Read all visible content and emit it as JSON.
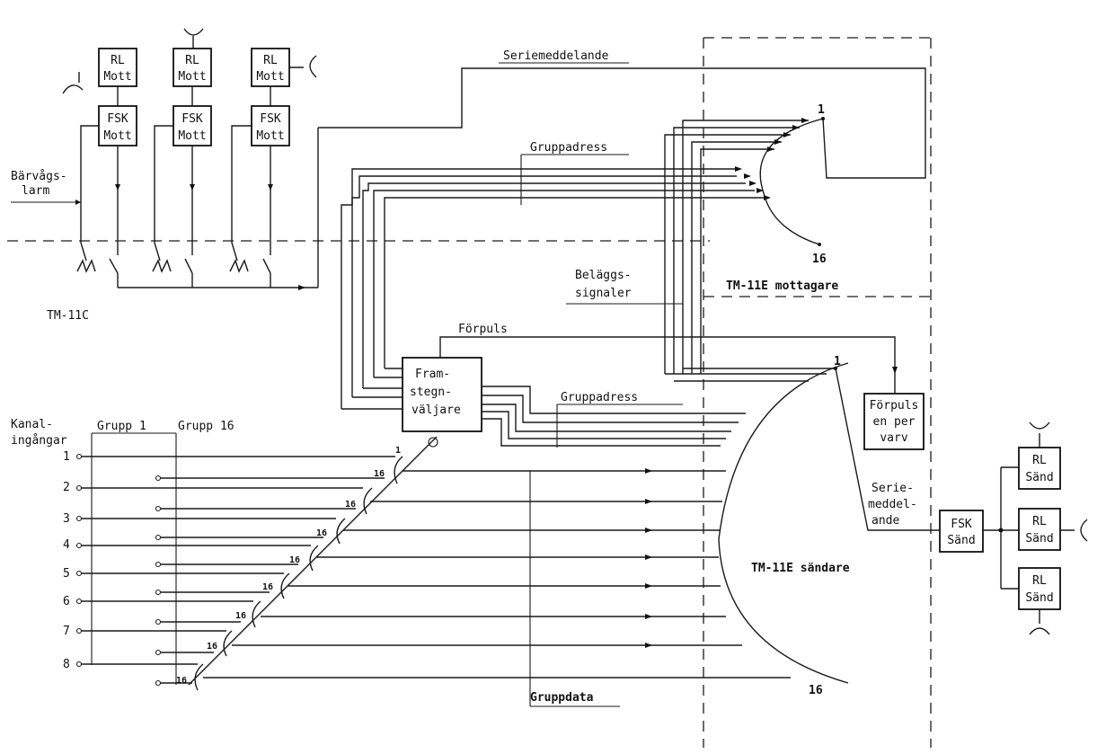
{
  "receivers": [
    {
      "line1": "RL",
      "line2": "Mott"
    },
    {
      "line1": "RL",
      "line2": "Mott"
    },
    {
      "line1": "RL",
      "line2": "Mott"
    }
  ],
  "fsk_receivers": [
    {
      "line1": "FSK",
      "line2": "Mott"
    },
    {
      "line1": "FSK",
      "line2": "Mott"
    },
    {
      "line1": "FSK",
      "line2": "Mott"
    }
  ],
  "labels": {
    "carrier_alarm_1": "Bärvågs-",
    "carrier_alarm_2": "larm",
    "tm11c": "TM-11C",
    "serial_message": "Seriemeddelande",
    "group_address_top": "Gruppadress",
    "group_address_mid": "Gruppadress",
    "occupancy_1": "Beläggs-",
    "occupancy_2": "signaler",
    "tm11e_receiver": "TM-11E mottagare",
    "prepulse": "Förpuls",
    "stepper_1": "Fram-",
    "stepper_2": "stegn-",
    "stepper_3": "väljare",
    "prepulse_box_1": "Förpuls",
    "prepulse_box_2": "en per",
    "prepulse_box_3": "varv",
    "channel_inputs_1": "Kanal-",
    "channel_inputs_2": "ingångar",
    "group_1": "Grupp 1",
    "group_16": "Grupp 16",
    "tm11e_sender": "TM-11E sändare",
    "serial_msg_2_1": "Serie-",
    "serial_msg_2_2": "meddel-",
    "serial_msg_2_3": "ande",
    "fsk_send_1": "FSK",
    "fsk_send_2": "Sänd",
    "group_data": "Gruppdata",
    "recv_sel_start": "1",
    "recv_sel_end": "16",
    "send_sel_start": "1",
    "send_sel_end": "16"
  },
  "channel_numbers": [
    "1",
    "2",
    "3",
    "4",
    "5",
    "6",
    "7",
    "8"
  ],
  "small_selector_labels": {
    "top": "1",
    "bottom": "16"
  },
  "rl_senders": [
    {
      "line1": "RL",
      "line2": "Sänd"
    },
    {
      "line1": "RL",
      "line2": "Sänd"
    },
    {
      "line1": "RL",
      "line2": "Sänd"
    }
  ]
}
